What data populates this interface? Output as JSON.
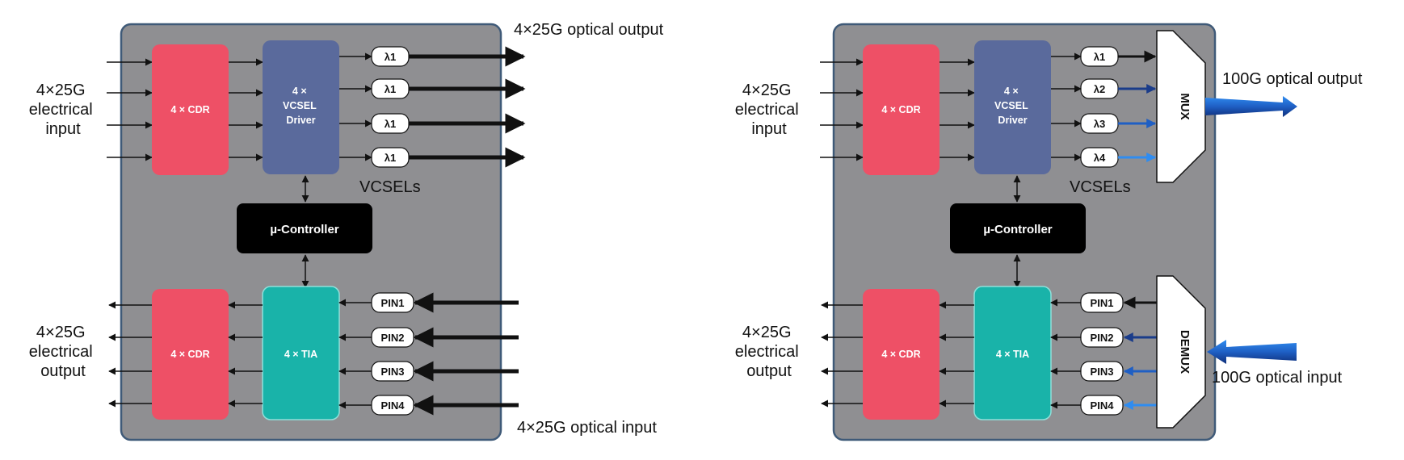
{
  "colors": {
    "board": "#8f8f92",
    "board_border": "#3f5a78",
    "cdr": "#ee5066",
    "driver": "#5a6a9c",
    "tia": "#19b3a9",
    "controller": "#000000",
    "arrow": "#111111",
    "blue_dark": "#1a3c8a",
    "blue_mid": "#1f5fc4",
    "blue_light": "#2f8cf0"
  },
  "left": {
    "top_right_label": "4×25G optical output",
    "bottom_right_label": "4×25G optical input",
    "elec_in": [
      "4×25G",
      "electrical",
      "input"
    ],
    "elec_out": [
      "4×25G",
      "electrical",
      "output"
    ],
    "tx_cdr": "4 × CDR",
    "driver": [
      "4 ×",
      "VCSEL",
      "Driver"
    ],
    "lasers": [
      "λ1",
      "λ1",
      "λ1",
      "λ1"
    ],
    "vcsels": "VCSELs",
    "controller": "µ-Controller",
    "rx_cdr": "4 × CDR",
    "tia": "4 × TIA",
    "pins": [
      "PIN1",
      "PIN2",
      "PIN3",
      "PIN4"
    ]
  },
  "right": {
    "out_label": "100G optical output",
    "in_label": "100G optical input",
    "elec_in": [
      "4×25G",
      "electrical",
      "input"
    ],
    "elec_out": [
      "4×25G",
      "electrical",
      "output"
    ],
    "tx_cdr": "4 × CDR",
    "driver": [
      "4 ×",
      "VCSEL",
      "Driver"
    ],
    "lasers": [
      "λ1",
      "λ2",
      "λ3",
      "λ4"
    ],
    "vcsels": "VCSELs",
    "controller": "µ-Controller",
    "rx_cdr": "4 × CDR",
    "tia": "4 × TIA",
    "pins": [
      "PIN1",
      "PIN2",
      "PIN3",
      "PIN4"
    ],
    "mux": "MUX",
    "demux": "DEMUX"
  }
}
